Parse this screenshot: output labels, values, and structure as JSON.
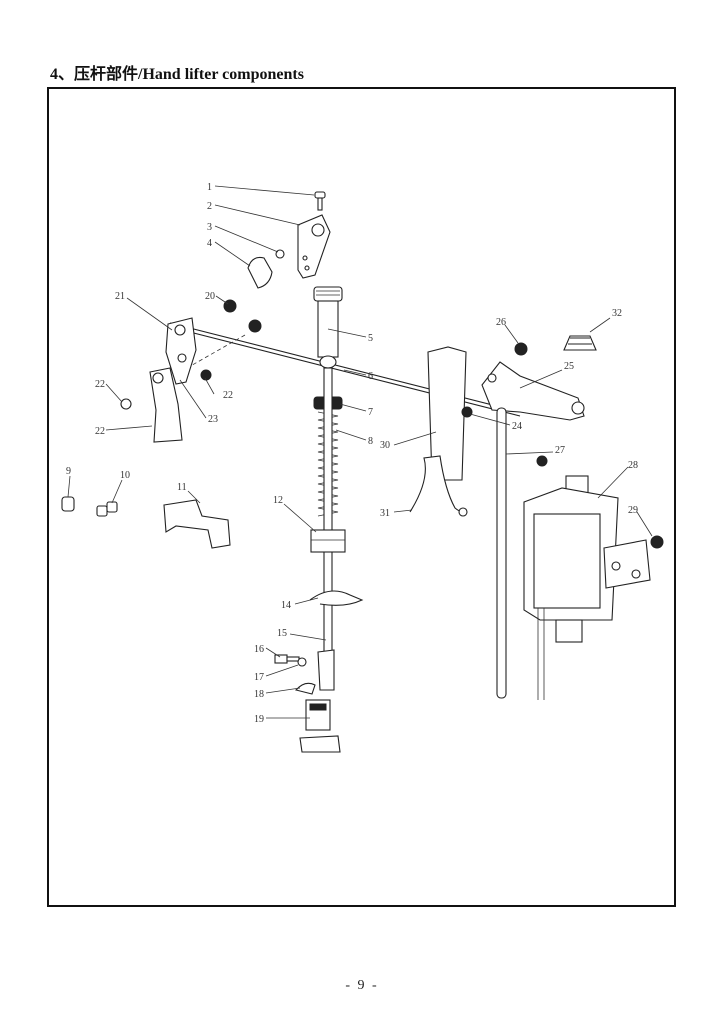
{
  "title": "4、压杆部件/Hand lifter components",
  "callouts": [
    {
      "n": "1"
    },
    {
      "n": "2"
    },
    {
      "n": "3"
    },
    {
      "n": "4"
    },
    {
      "n": "5"
    },
    {
      "n": "6"
    },
    {
      "n": "7"
    },
    {
      "n": "8"
    },
    {
      "n": "9"
    },
    {
      "n": "10"
    },
    {
      "n": "11"
    },
    {
      "n": "12"
    },
    {
      "n": "14"
    },
    {
      "n": "15"
    },
    {
      "n": "16"
    },
    {
      "n": "17"
    },
    {
      "n": "18"
    },
    {
      "n": "19"
    },
    {
      "n": "20"
    },
    {
      "n": "21"
    },
    {
      "n": "22"
    },
    {
      "n": "22"
    },
    {
      "n": "22"
    },
    {
      "n": "23"
    },
    {
      "n": "24"
    },
    {
      "n": "25"
    },
    {
      "n": "26"
    },
    {
      "n": "27"
    },
    {
      "n": "28"
    },
    {
      "n": "29"
    },
    {
      "n": "30"
    },
    {
      "n": "31"
    },
    {
      "n": "32"
    }
  ],
  "page_number": "- 9 -"
}
